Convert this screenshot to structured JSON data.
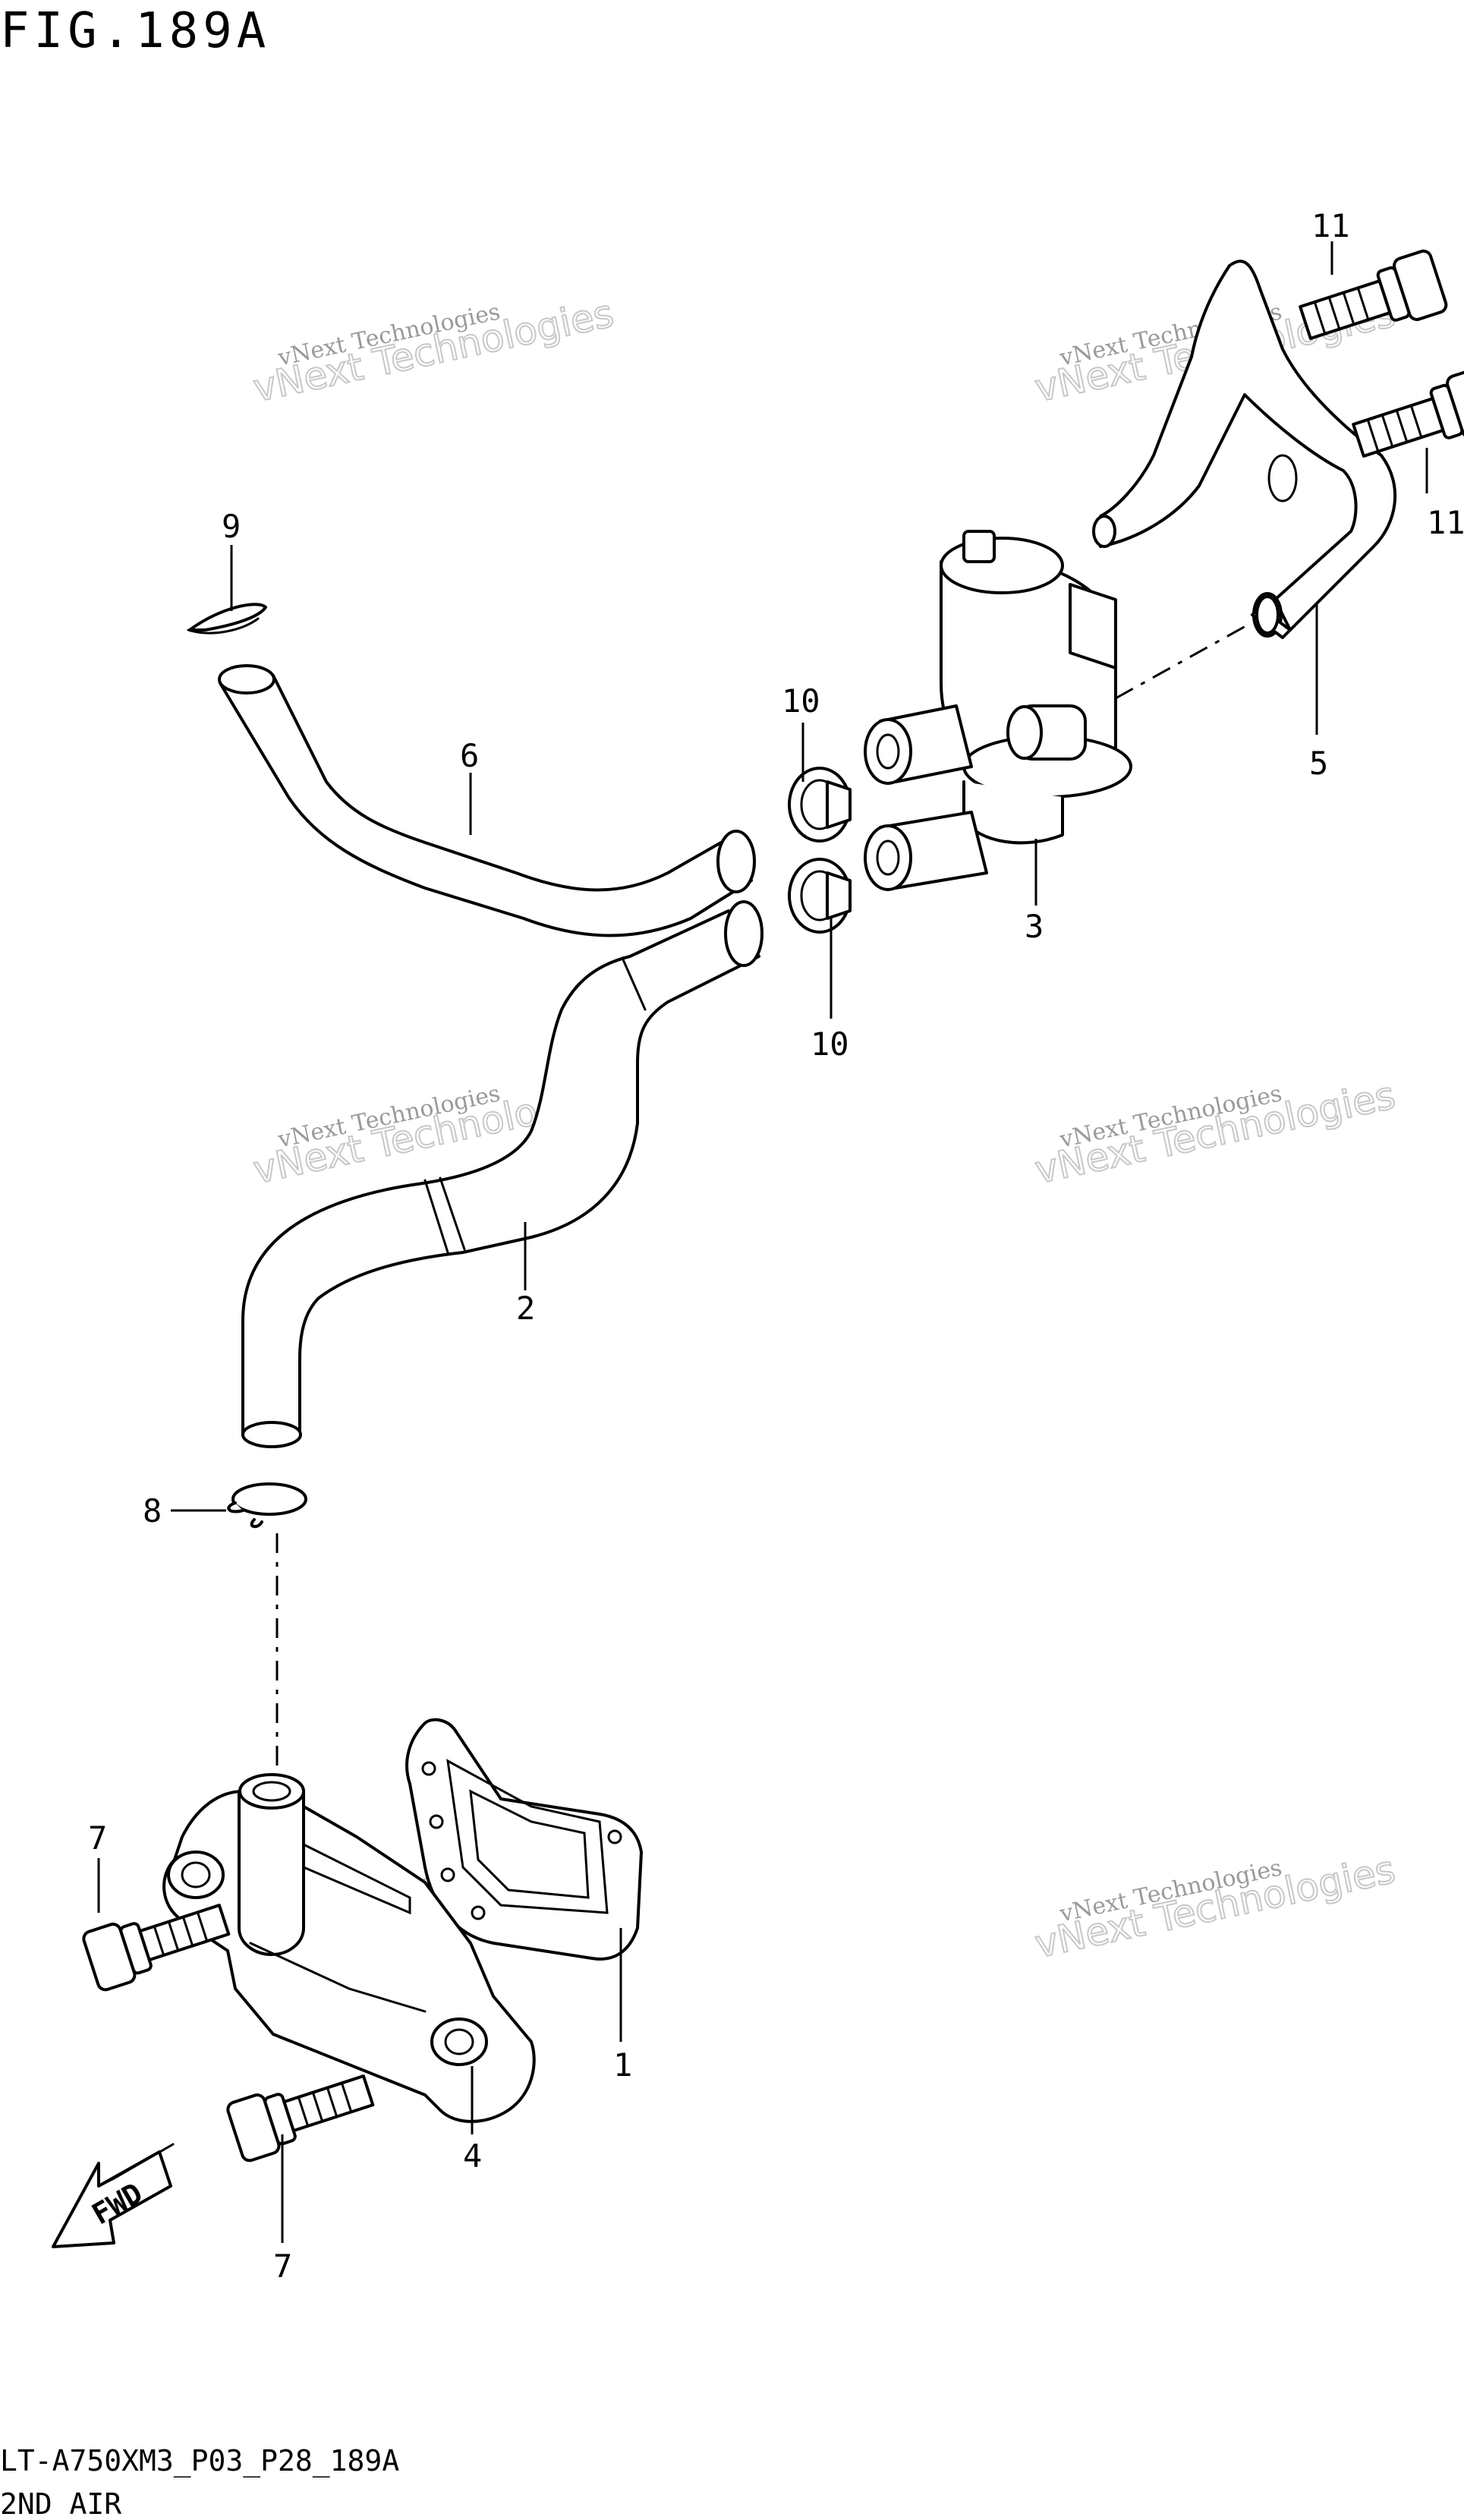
{
  "figure": {
    "title": "FIG.189A"
  },
  "footer": {
    "model_code": "LT-A750XM3_P03_P28_189A",
    "section": "2ND AIR"
  },
  "watermark": {
    "line1": "vNext Technologies",
    "line2": "vNext Technologies"
  },
  "callouts": {
    "c1": "1",
    "c2": "2",
    "c3": "3",
    "c4": "4",
    "c5": "5",
    "c6": "6",
    "c7a": "7",
    "c7b": "7",
    "c8": "8",
    "c9": "9",
    "c10a": "10",
    "c10b": "10",
    "c11a": "11",
    "c11b": "11"
  },
  "fwd_arrow": {
    "label": "FWD"
  }
}
